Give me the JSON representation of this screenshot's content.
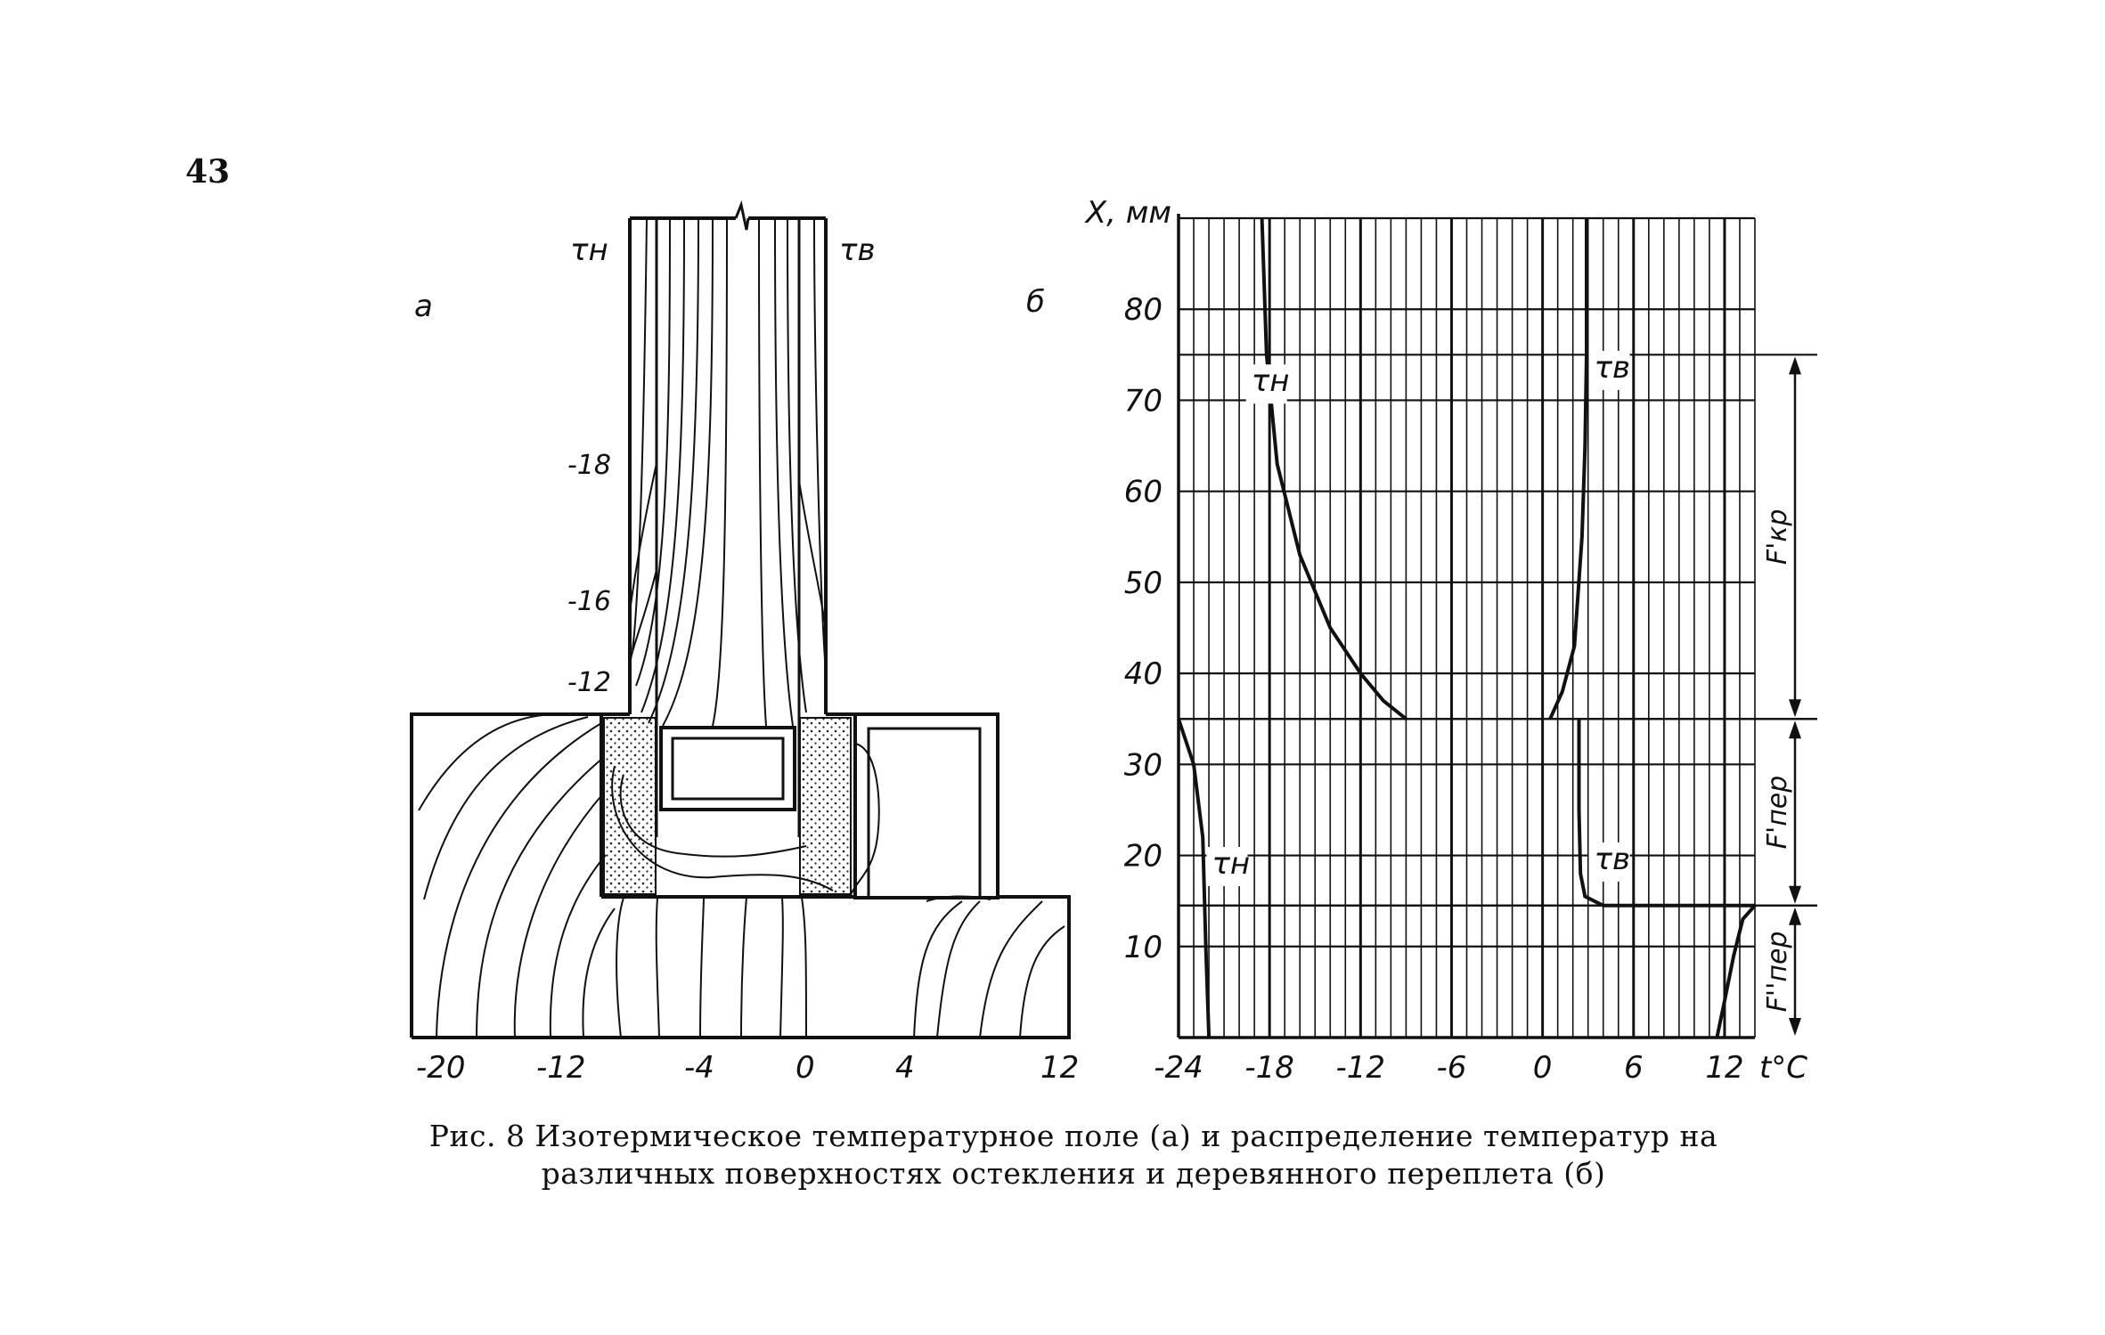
{
  "page_number": "43",
  "panel_a": {
    "label": "а",
    "tau_n": "τн",
    "tau_v": "τв",
    "isotherm_labels": [
      "-18",
      "-16",
      "-12"
    ],
    "x_ticks": [
      "-20",
      "-12",
      "-4",
      "0",
      "4",
      "12"
    ]
  },
  "panel_b": {
    "label": "б"
  },
  "chart_data": {
    "type": "line",
    "xlabel": "t°C",
    "ylabel": "X, мм",
    "xlim": [
      -24,
      14
    ],
    "ylim": [
      0,
      90
    ],
    "x_ticks": [
      "-24",
      "-18",
      "-12",
      "-6",
      "0",
      "6",
      "12"
    ],
    "y_ticks": [
      "10",
      "20",
      "30",
      "40",
      "50",
      "60",
      "70",
      "80"
    ],
    "grid": true,
    "series": [
      {
        "name": "τн",
        "x": [
          -18.5,
          -18.2,
          -17.5,
          -16,
          -14,
          -12,
          -10.5,
          -9
        ],
        "y": [
          90,
          75,
          63,
          53,
          45,
          40,
          37,
          35
        ]
      },
      {
        "name": "τв",
        "x": [
          0.5,
          1.3,
          2.1,
          2.6,
          2.8,
          2.9,
          2.9
        ],
        "y": [
          35,
          38,
          43,
          55,
          65,
          75,
          90
        ]
      },
      {
        "name": "τн",
        "x": [
          -24,
          -23,
          -22.4,
          -22.2,
          -22
        ],
        "y": [
          35,
          30,
          22,
          10,
          0
        ]
      },
      {
        "name": "τв",
        "x": [
          2.4,
          2.4,
          2.5,
          2.8,
          4,
          8,
          14
        ],
        "y": [
          35,
          25,
          18,
          15.5,
          14.5,
          14.5,
          14.5
        ]
      },
      {
        "name": "",
        "x": [
          11.5,
          12,
          12.6,
          13.2,
          14
        ],
        "y": [
          0,
          4,
          9,
          13,
          14.5
        ]
      }
    ],
    "zones": [
      {
        "label": "F'кр",
        "y": [
          35,
          75
        ]
      },
      {
        "label": "F'пер",
        "y": [
          14.5,
          35
        ]
      },
      {
        "label": "F''пер",
        "y": [
          0,
          14.5
        ]
      }
    ]
  },
  "caption": {
    "line1": "Рис. 8 Изотермическое температурное поле (а) и распределение температур на",
    "line2": "различных поверхностях остекления и деревянного переплета (б)"
  }
}
